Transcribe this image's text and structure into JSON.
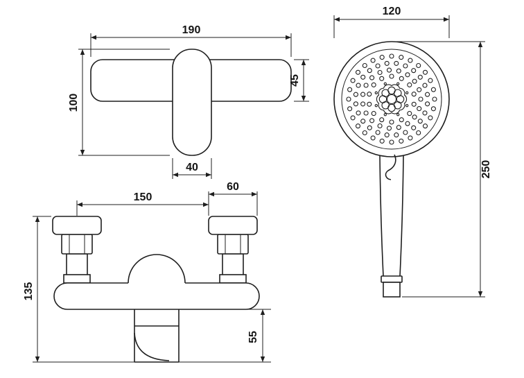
{
  "drawing": {
    "background": "#ffffff",
    "line_color": "#1e1e1e",
    "views": {
      "mixer_top": {
        "dims": {
          "overall_width": "190",
          "overall_depth": "100",
          "spout_thickness": "45",
          "handle_width": "40"
        }
      },
      "mixer_front": {
        "dims": {
          "valve_spacing": "150",
          "flange_width": "60",
          "overall_height": "135",
          "outlet_height": "55"
        }
      },
      "hand_shower": {
        "dims": {
          "head_diameter": "120",
          "overall_length": "250"
        }
      }
    }
  }
}
